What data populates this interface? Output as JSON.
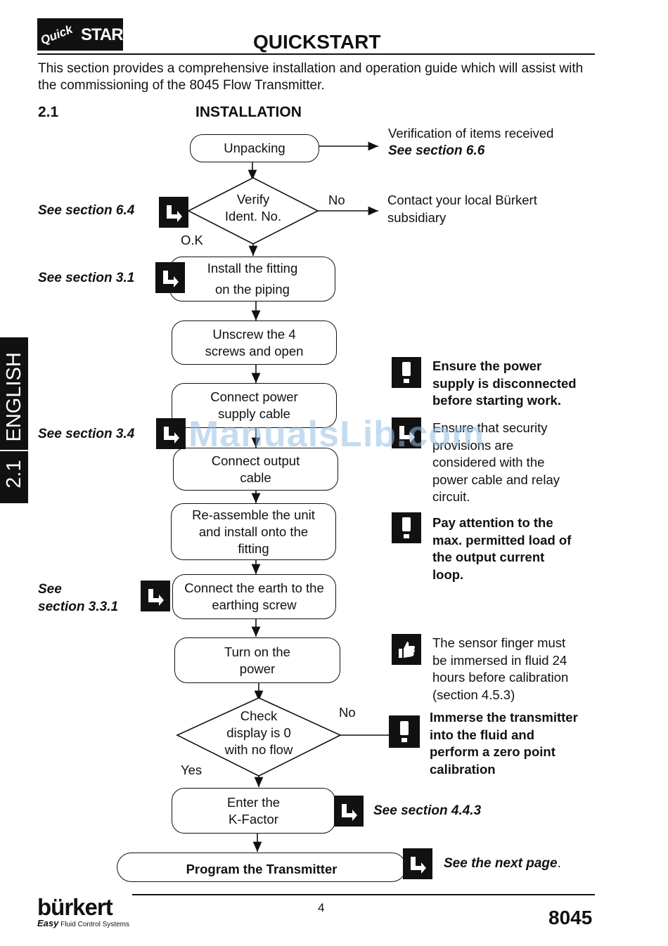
{
  "header": {
    "logo_quick": "Quick",
    "logo_start": "START",
    "title": "QUICKSTART"
  },
  "intro": "This section provides a comprehensive installation and operation guide which will assist with the commissioning of the 8045 Flow Transmitter.",
  "section": {
    "number": "2.1",
    "title": "INSTALLATION"
  },
  "side_tab": {
    "number": "2.1",
    "language": "ENGLISH"
  },
  "flow": {
    "unpacking": "Unpacking",
    "verify": [
      "Verify",
      "Ident. No."
    ],
    "verify_no": "No",
    "verify_ok": "O.K",
    "install_fitting": [
      "Install the fitting",
      "on the piping"
    ],
    "unscrew": [
      "Unscrew the 4",
      "screws and open"
    ],
    "connect_power": [
      "Connect power",
      "supply cable"
    ],
    "connect_output": [
      "Connect output",
      "cable"
    ],
    "reassemble": [
      "Re-assemble the unit",
      "and install onto the",
      "fitting"
    ],
    "connect_earth": [
      "Connect the earth to the",
      "earthing screw"
    ],
    "turn_on": [
      "Turn on the",
      "power"
    ],
    "check_display": [
      "Check",
      "display is 0",
      "with no flow"
    ],
    "check_no": "No",
    "check_yes": "Yes",
    "k_factor": [
      "Enter the",
      "K-Factor"
    ],
    "program": "Program the Transmitter"
  },
  "notes": {
    "unpack_note": [
      "Verification of items received",
      "See section 6.6"
    ],
    "contact": [
      "Contact your local Bürkert",
      "subsidiary"
    ],
    "power_warning": [
      "Ensure the power",
      "supply is disconnected",
      "before starting work."
    ],
    "security": [
      "Ensure that security",
      "provisions are",
      "considered with the",
      "power cable and relay",
      "circuit."
    ],
    "load_warning": [
      "Pay attention to the",
      "max. permitted load of",
      "the output current",
      "loop."
    ],
    "sensor": [
      "The sensor finger must",
      "be immersed in fluid 24",
      "hours before calibration",
      "(section 4.5.3)"
    ],
    "immerse": [
      "Immerse the transmitter",
      "into the fluid and",
      "perform a zero point",
      "calibration"
    ]
  },
  "refs": {
    "s64": "See section 6.4",
    "s31": "See section 3.1",
    "s34": "See section 3.4",
    "s331": [
      "See",
      "section 3.3.1"
    ],
    "s443": "See section 4.4.3",
    "next": "See the next page"
  },
  "watermark": "ManualsLib.com",
  "footer": {
    "brand": "bürkert",
    "tagline_easy": "Easy",
    "tagline": "Fluid Control Systems",
    "page": "4",
    "model": "8045"
  }
}
